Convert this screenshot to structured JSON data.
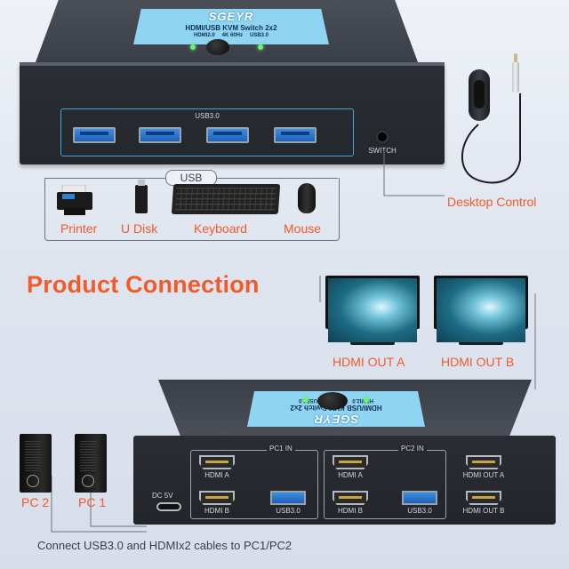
{
  "device": {
    "brand": "SGEYR",
    "model": "HDMI/USB KVM Switch 2x2",
    "specs": [
      "HDMI2.0",
      "4K 60Hz",
      "USB3.0"
    ],
    "usb_panel_label": "USB3.0",
    "switch_label": "SWITCH"
  },
  "desktop_control": {
    "label": "Desktop Control"
  },
  "usb_devices": {
    "tag": "USB",
    "items": [
      {
        "label": "Printer"
      },
      {
        "label": "U Disk"
      },
      {
        "label": "Keyboard"
      },
      {
        "label": "Mouse"
      }
    ]
  },
  "section_heading": "Product Connection",
  "monitors": [
    {
      "label": "HDMI OUT A"
    },
    {
      "label": "HDMI OUT B"
    }
  ],
  "rear_panel": {
    "dc_label": "DC 5V",
    "pc1_group": "PC1 IN",
    "pc2_group": "PC2 IN",
    "ports": {
      "pc1_hdmi_a": "HDMI A",
      "pc1_hdmi_b": "HDMI B",
      "pc1_usb": "USB3.0",
      "pc2_hdmi_a": "HDMI A",
      "pc2_hdmi_b": "HDMI B",
      "pc2_usb": "USB3.0",
      "out_a": "HDMI OUT A",
      "out_b": "HDMI OUT B"
    }
  },
  "pcs": [
    {
      "label": "PC 2"
    },
    {
      "label": "PC 1"
    }
  ],
  "footer_caption": "Connect USB3.0 and HDMIx2 cables to PC1/PC2",
  "colors": {
    "accent": "#f25a2a",
    "plate": "#8fd4f2",
    "port_blue": "#1f5fb8"
  }
}
